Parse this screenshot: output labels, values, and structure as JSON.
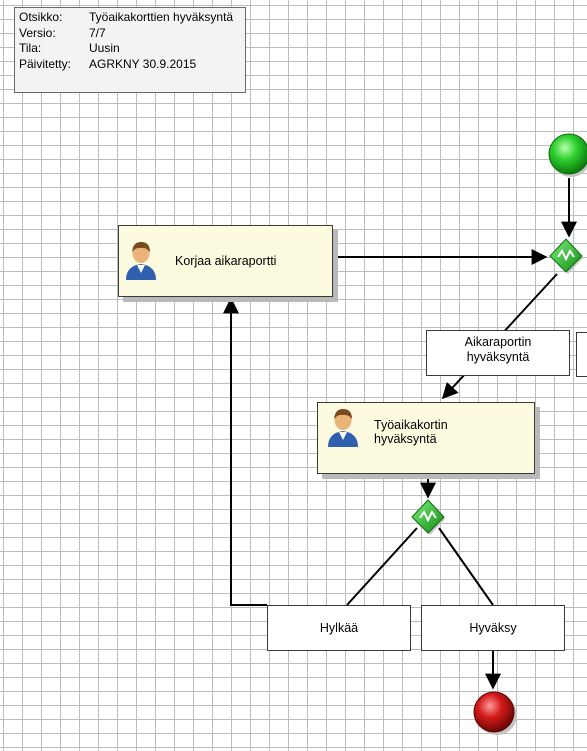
{
  "info": {
    "rows": [
      {
        "key": "Otsikko:",
        "value": "Työaikakorttien hyväksyntä"
      },
      {
        "key": "Versio:",
        "value": "7/7"
      },
      {
        "key": "Tila:",
        "value": "Uusin"
      },
      {
        "key": "Päivitetty:",
        "value": "AGRKNY  30.9.2015"
      }
    ]
  },
  "tasks": {
    "correct_report": {
      "line1": "Korjaa aikaraportti",
      "line2": ""
    },
    "timecard_approval": {
      "line1": "Työaikakortin",
      "line2": "hyväksyntä"
    }
  },
  "labels": {
    "report_approval_line1": "Aikaraportin",
    "report_approval_line2": "hyväksyntä",
    "reject": "Hylkää",
    "approve": "Hyväksy"
  },
  "colors": {
    "grid": "#bdbdbd",
    "task_fill": "#fcfbe0",
    "start_event": "#22b022",
    "end_event": "#b01010",
    "gateway": "#1fae1f"
  },
  "icons": {
    "task": "user-icon",
    "gateway": "gateway-diamond-icon",
    "start": "start-event-icon",
    "end": "end-event-icon"
  }
}
